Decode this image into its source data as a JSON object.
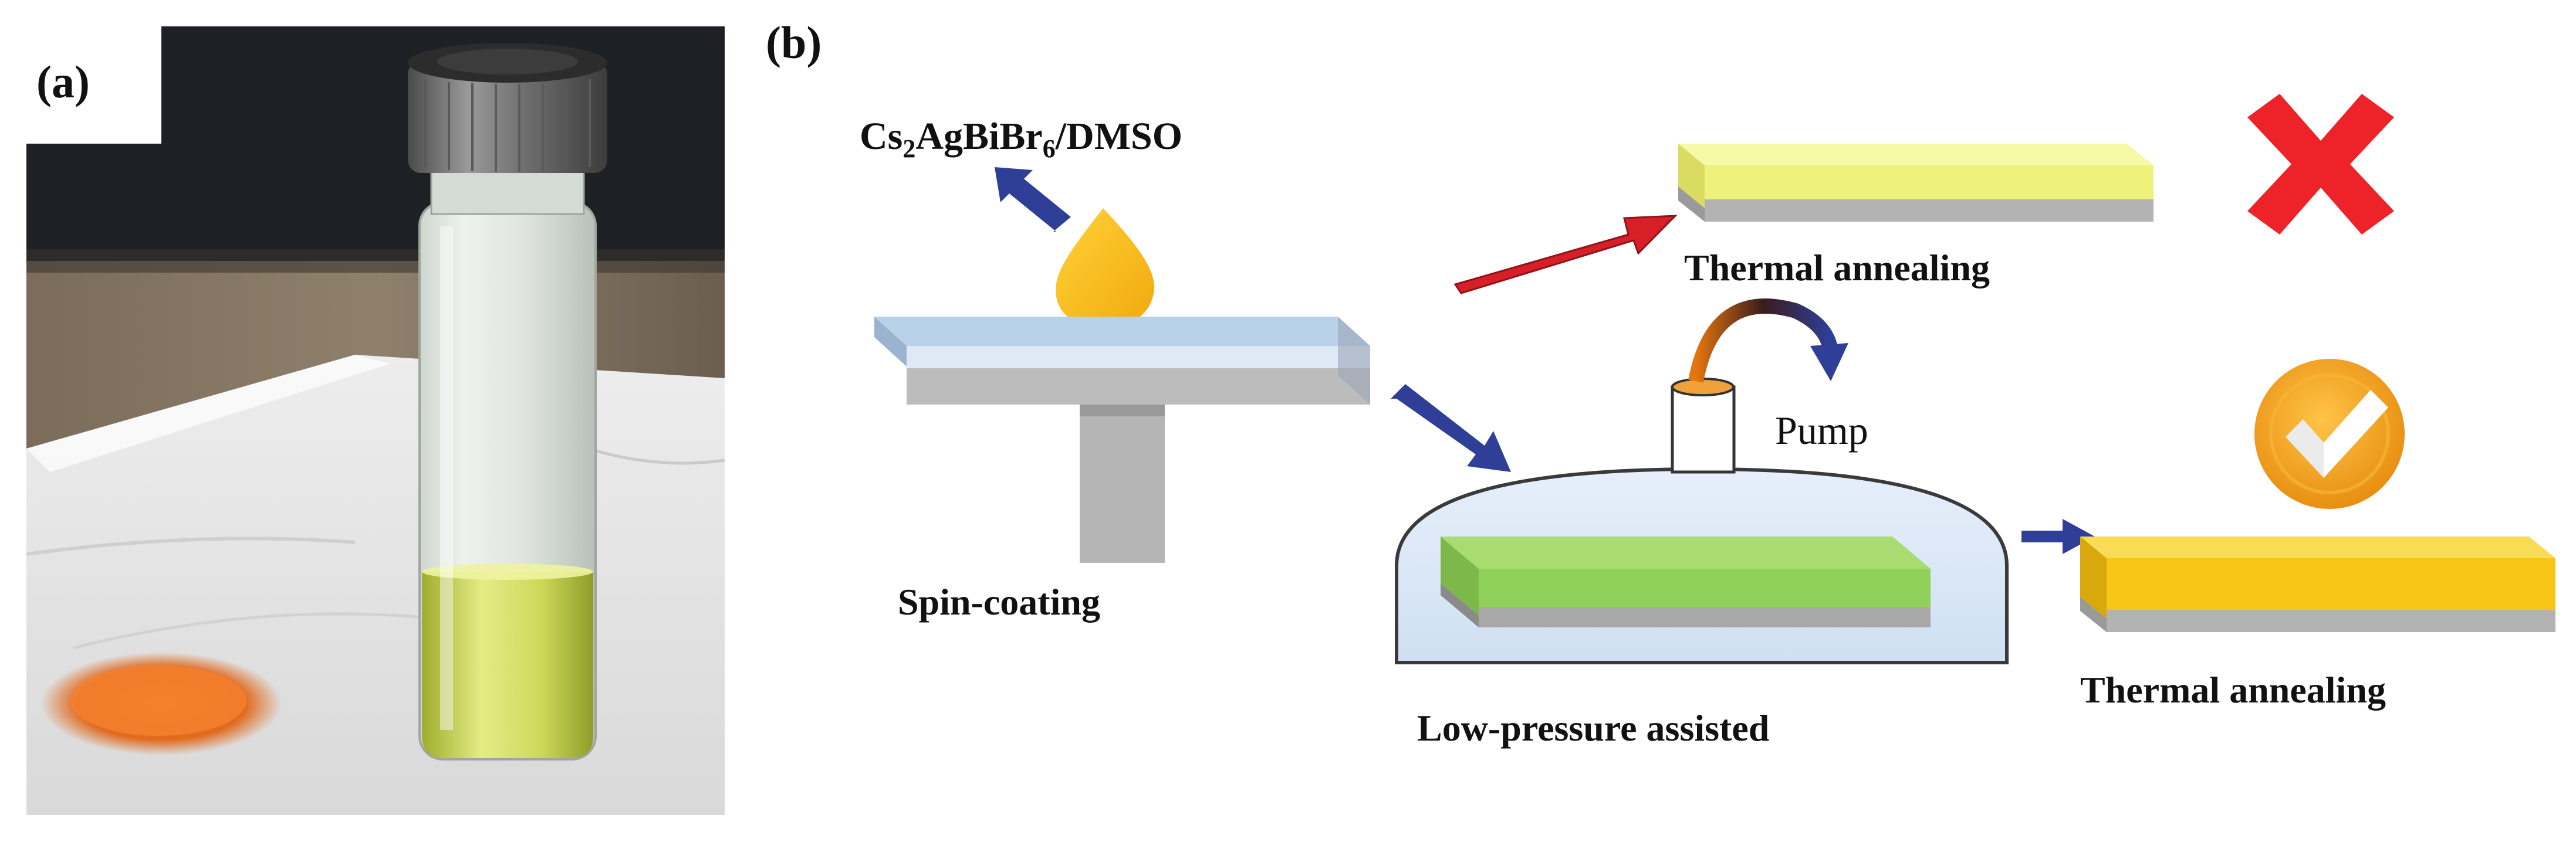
{
  "panel_a": {
    "label": "(a)"
  },
  "panel_b": {
    "label": "(b)",
    "precursor": {
      "prefix1": "Cs",
      "sub1": "2",
      "middle": "AgBiBr",
      "sub2": "6",
      "suffix": "/DMSO"
    },
    "spin_coating_label": "Spin-coating",
    "pump_label": "Pump",
    "low_pressure_label": "Low-pressure assisted",
    "thermal_annealing_top_label": "Thermal annealing",
    "thermal_annealing_bottom_label": "Thermal annealing"
  },
  "icons": {
    "fail": "cross-mark-icon",
    "success": "check-mark-icon"
  },
  "colors": {
    "arrow_blue": "#2f3f98",
    "arrow_red": "#d61f26",
    "cross_red": "#ee2229",
    "check_orange": "#f4a11d",
    "film_yellow_pale": "#f3f58a",
    "film_gold": "#f7c516",
    "film_green": "#8fd15a",
    "substrate_blue": "#c9dcf0",
    "substrate_gray": "#b5b5b5"
  }
}
